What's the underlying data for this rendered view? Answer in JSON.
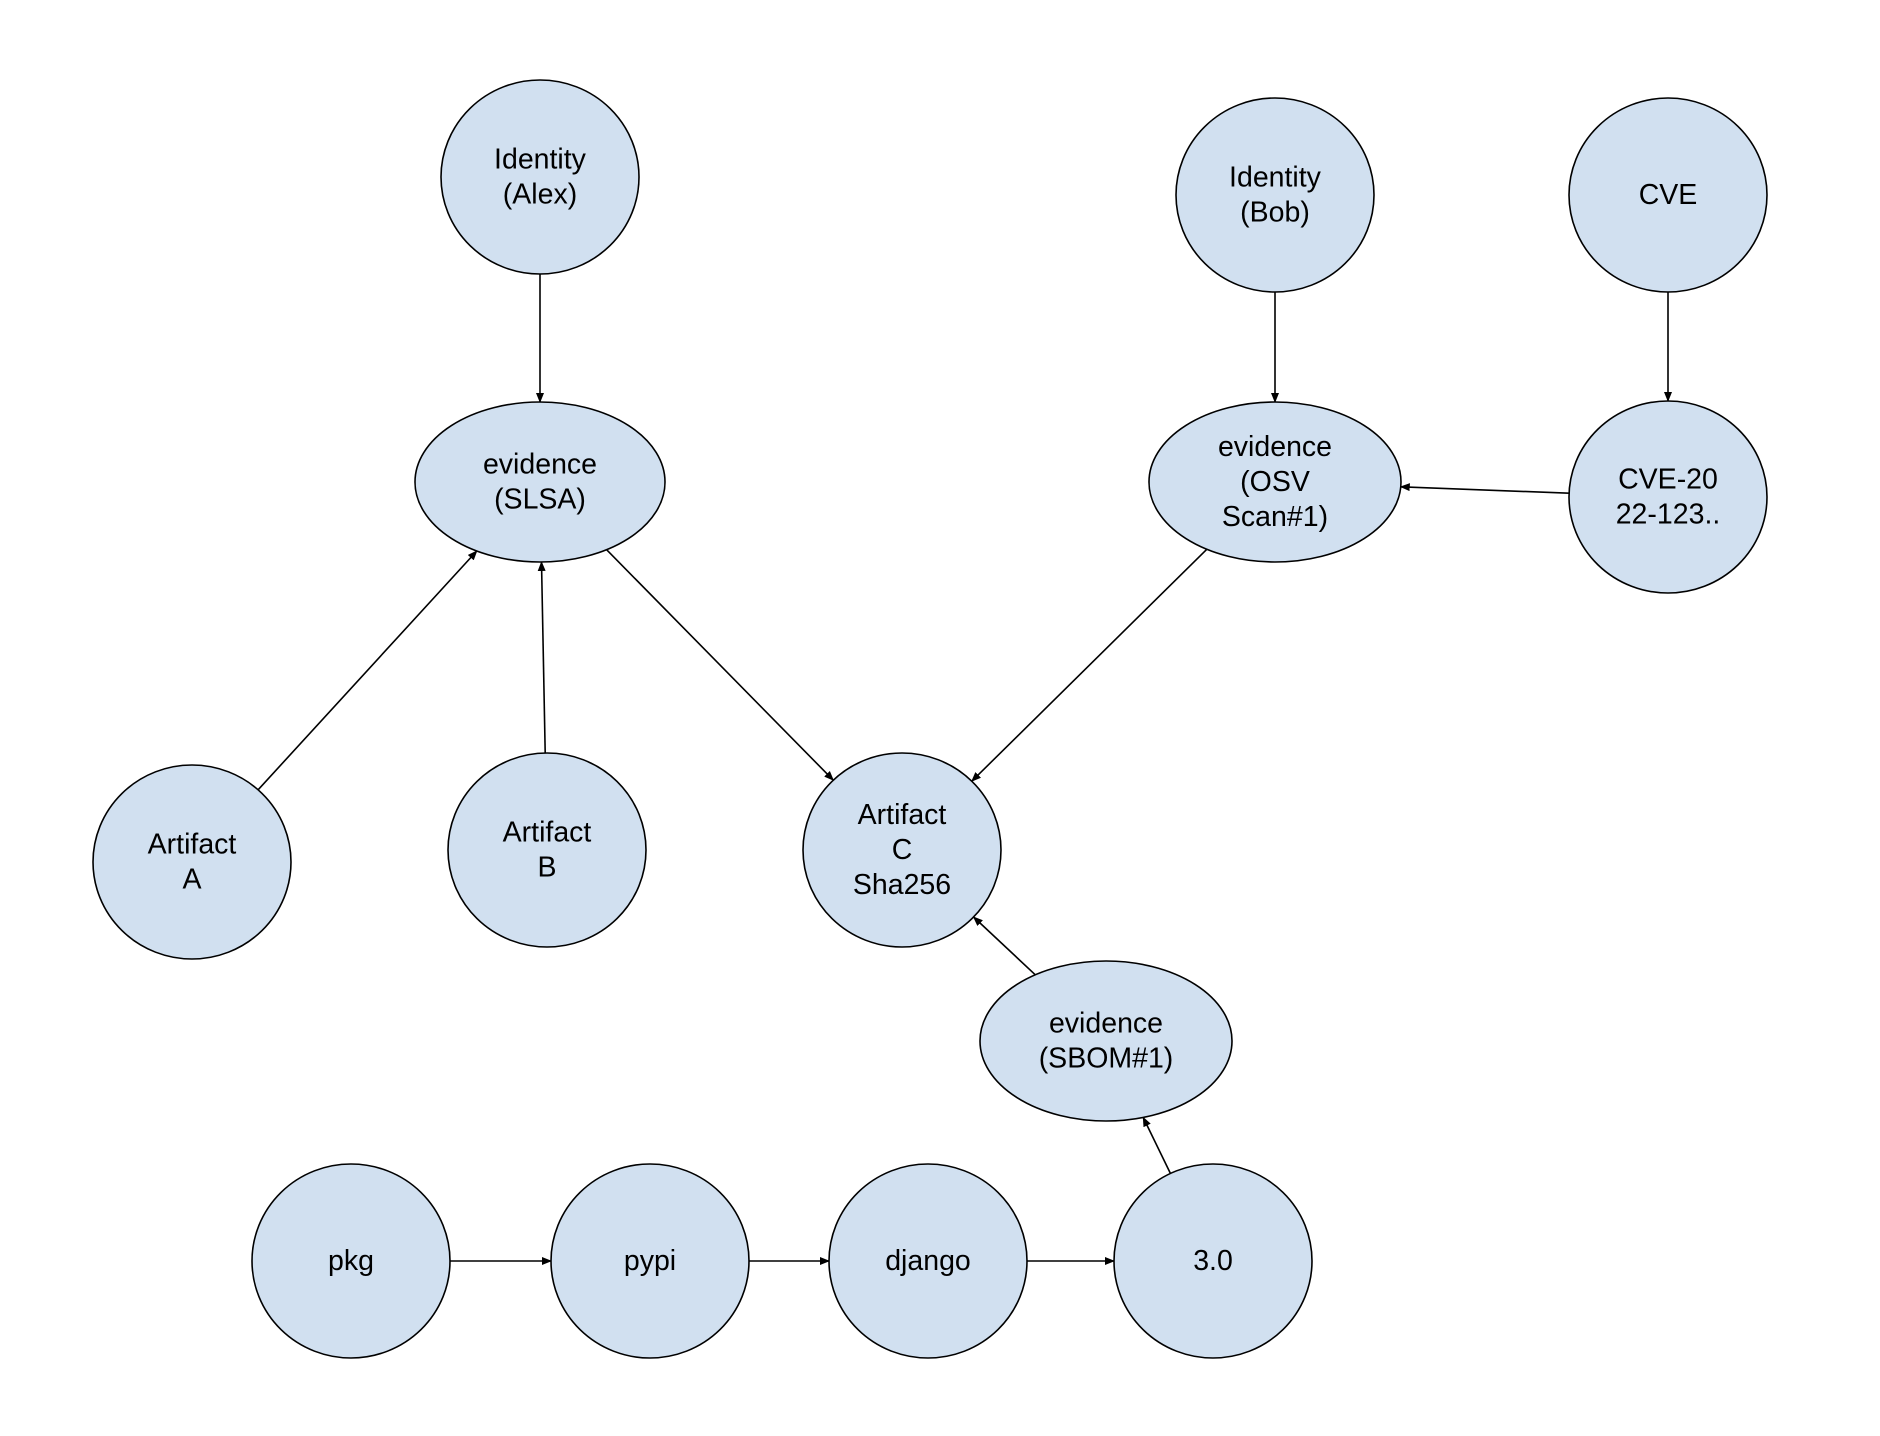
{
  "colors": {
    "node_fill": "#d1e0f0",
    "node_stroke": "#000000",
    "edge": "#000000",
    "background": "#ffffff"
  },
  "nodes": [
    {
      "id": "identity-alex",
      "lines": [
        "Identity",
        "(Alex)"
      ]
    },
    {
      "id": "evidence-slsa",
      "lines": [
        "evidence",
        "(SLSA)"
      ]
    },
    {
      "id": "identity-bob",
      "lines": [
        "Identity",
        "(Bob)"
      ]
    },
    {
      "id": "cve",
      "lines": [
        "CVE"
      ]
    },
    {
      "id": "evidence-osv",
      "lines": [
        "evidence",
        "(OSV",
        "Scan#1)"
      ]
    },
    {
      "id": "cve-2022",
      "lines": [
        "CVE-20",
        "22-123.."
      ]
    },
    {
      "id": "artifact-a",
      "lines": [
        "Artifact",
        "A"
      ]
    },
    {
      "id": "artifact-b",
      "lines": [
        "Artifact",
        "B"
      ]
    },
    {
      "id": "artifact-c",
      "lines": [
        "Artifact",
        "C",
        "Sha256"
      ]
    },
    {
      "id": "evidence-sbom",
      "lines": [
        "evidence",
        "(SBOM#1)"
      ]
    },
    {
      "id": "pkg",
      "lines": [
        "pkg"
      ]
    },
    {
      "id": "pypi",
      "lines": [
        "pypi"
      ]
    },
    {
      "id": "django",
      "lines": [
        "django"
      ]
    },
    {
      "id": "version-3-0",
      "lines": [
        "3.0"
      ]
    }
  ],
  "edges": [
    {
      "from": "identity-alex",
      "to": "evidence-slsa"
    },
    {
      "from": "artifact-a",
      "to": "evidence-slsa"
    },
    {
      "from": "artifact-b",
      "to": "evidence-slsa"
    },
    {
      "from": "evidence-slsa",
      "to": "artifact-c"
    },
    {
      "from": "identity-bob",
      "to": "evidence-osv"
    },
    {
      "from": "cve",
      "to": "cve-2022"
    },
    {
      "from": "cve-2022",
      "to": "evidence-osv"
    },
    {
      "from": "evidence-osv",
      "to": "artifact-c"
    },
    {
      "from": "evidence-sbom",
      "to": "artifact-c"
    },
    {
      "from": "version-3-0",
      "to": "evidence-sbom"
    },
    {
      "from": "pkg",
      "to": "pypi"
    },
    {
      "from": "pypi",
      "to": "django"
    },
    {
      "from": "django",
      "to": "version-3-0"
    }
  ]
}
